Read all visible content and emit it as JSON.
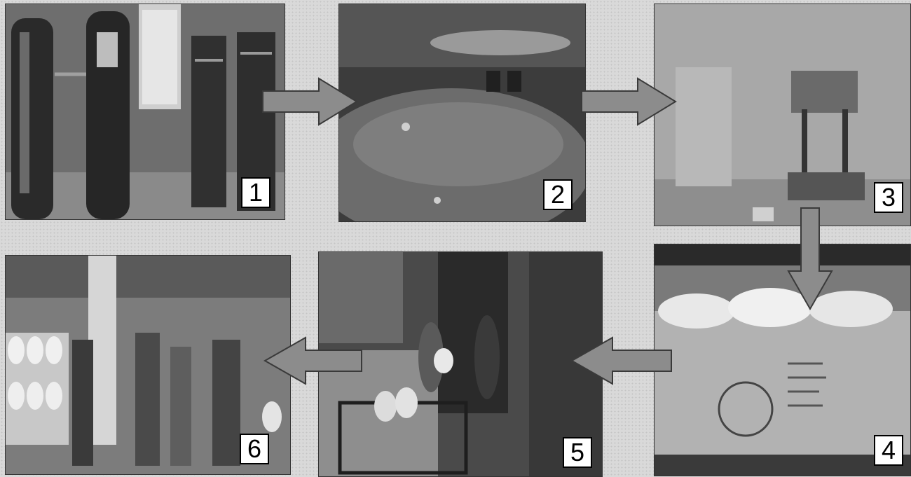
{
  "steps": [
    {
      "label": "1",
      "scene": "treatment-tanks"
    },
    {
      "label": "2",
      "scene": "storage-vessel"
    },
    {
      "label": "3",
      "scene": "bottle-filling-station"
    },
    {
      "label": "4",
      "scene": "sealed-water-bottles"
    },
    {
      "label": "5",
      "scene": "bottle-crate-loading"
    },
    {
      "label": "6",
      "scene": "distribution-to-people"
    }
  ],
  "colors": {
    "arrow_fill": "#8c8c8c",
    "arrow_stroke": "#3a3a3a",
    "label_bg": "#ffffff",
    "label_border": "#000000"
  }
}
